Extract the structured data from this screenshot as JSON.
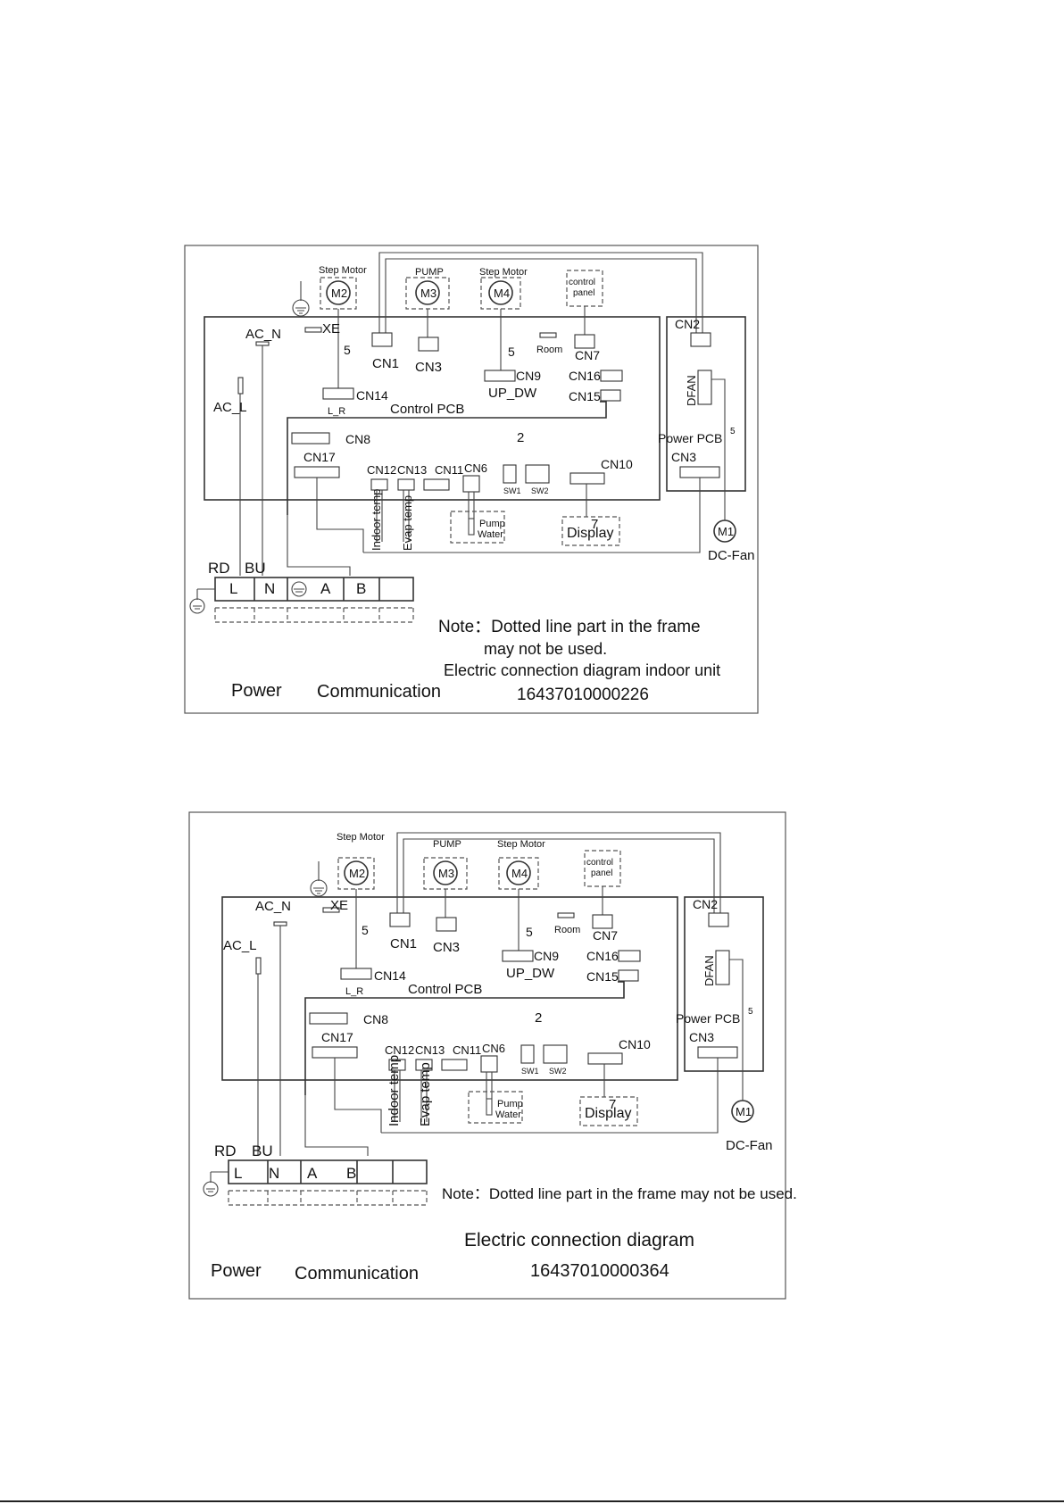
{
  "diagrams": [
    {
      "labels": {
        "step_motor_left": "Step Motor",
        "m2": "M2",
        "pump": "PUMP",
        "m3": "M3",
        "step_motor_right": "Step Motor",
        "m4": "M4",
        "control_panel_1": "control",
        "control_panel_2": "panel",
        "ac_n": "AC_N",
        "xe": "XE",
        "ac_l": "AC_L",
        "five_a": "5",
        "five_b": "5",
        "five_c": "5",
        "two": "2",
        "seven": "7",
        "cn1": "CN1",
        "cn3": "CN3",
        "cn9": "CN9",
        "room": "Room",
        "cn7": "CN7",
        "cn16": "CN16",
        "cn15": "CN15",
        "cn14": "CN14",
        "l_r": "L_R",
        "control_pcb": "Control PCB",
        "up_dw": "UP_DW",
        "cn8": "CN8",
        "cn17": "CN17",
        "cn12": "CN12",
        "cn13": "CN13",
        "cn11": "CN11",
        "cn6": "CN6",
        "cn10": "CN10",
        "sw1": "SW1",
        "sw2": "SW2",
        "indoor_temp": "Indoor temp",
        "evap_temp": "Evap temp",
        "pump_1": "Pump",
        "pump_2": "Water",
        "display": "Display",
        "cn2": "CN2",
        "dfan": "DFAN",
        "power_pcb": "Power PCB",
        "cn3b": "CN3",
        "m1": "M1",
        "dc_fan": "DC-Fan",
        "rd": "RD",
        "bu": "BU",
        "term_l": "L",
        "term_n": "N",
        "term_a": "A",
        "term_b": "B",
        "power": "Power",
        "communication": "Communication"
      },
      "note_1": "Note：Dotted line part in the frame",
      "note_2": "may not be used.",
      "title": "Electric connection diagram indoor unit",
      "code": "16437010000226"
    },
    {
      "labels": {
        "step_motor_left": "Step Motor",
        "m2": "M2",
        "pump": "PUMP",
        "m3": "M3",
        "step_motor_right": "Step Motor",
        "m4": "M4",
        "control_panel_1": "control",
        "control_panel_2": "panel",
        "ac_n": "AC_N",
        "xe": "XE",
        "ac_l": "AC_L",
        "five_a": "5",
        "five_b": "5",
        "five_c": "5",
        "two": "2",
        "seven": "7",
        "cn1": "CN1",
        "cn3": "CN3",
        "cn9": "CN9",
        "room": "Room",
        "cn7": "CN7",
        "cn16": "CN16",
        "cn15": "CN15",
        "cn14": "CN14",
        "l_r": "L_R",
        "control_pcb": "Control PCB",
        "up_dw": "UP_DW",
        "cn8": "CN8",
        "cn17": "CN17",
        "cn12": "CN12",
        "cn13": "CN13",
        "cn11": "CN11",
        "cn6": "CN6",
        "cn10": "CN10",
        "sw1": "SW1",
        "sw2": "SW2",
        "indoor_temp": "Indoor temp",
        "evap_temp": "Evap temp",
        "pump_1": "Pump",
        "pump_2": "Water",
        "display": "Display",
        "cn2": "CN2",
        "dfan": "DFAN",
        "power_pcb": "Power PCB",
        "cn3b": "CN3",
        "m1": "M1",
        "dc_fan": "DC-Fan",
        "rd": "RD",
        "bu": "BU",
        "term_l": "L",
        "term_n": "N",
        "term_a": "A",
        "term_b": "B",
        "power": "Power",
        "communication": "Communication"
      },
      "note_1": "Note：Dotted line part in the frame may not be used.",
      "title": "Electric connection diagram",
      "code": "16437010000364"
    }
  ]
}
